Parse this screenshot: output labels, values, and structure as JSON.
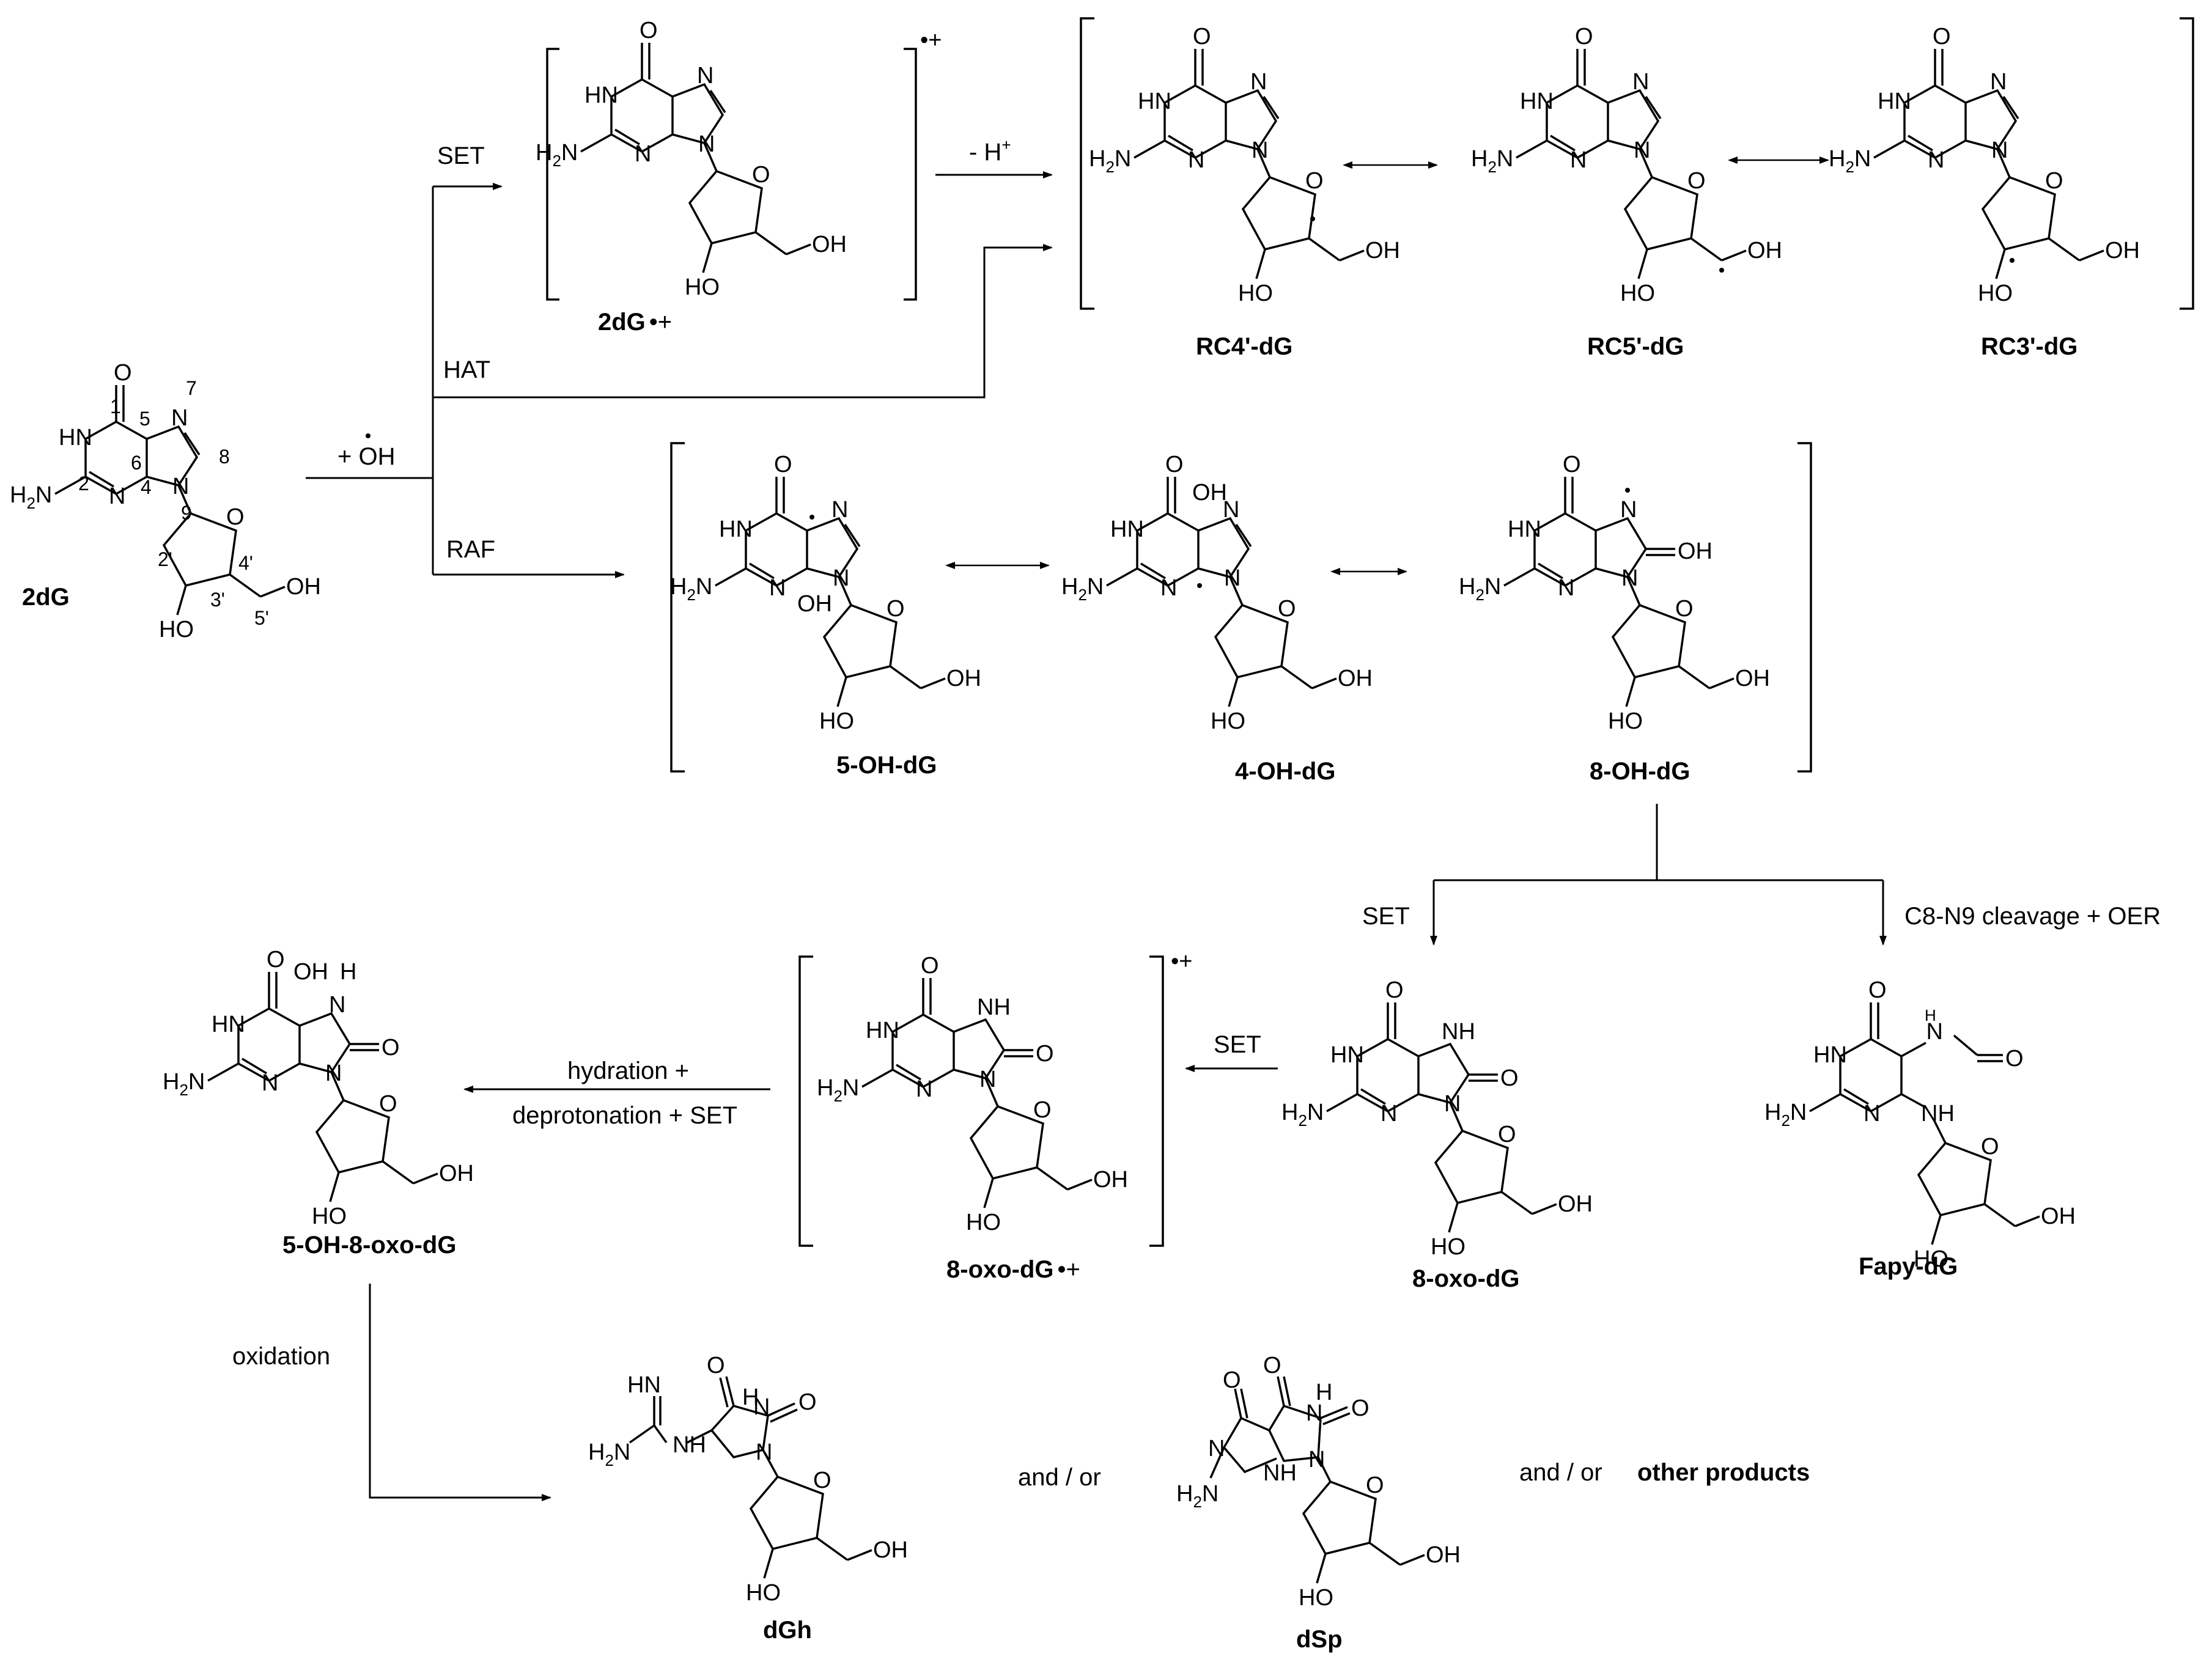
{
  "labels": {
    "dG": "2dG",
    "dG_cation": "2dG",
    "RC4": "RC4'-dG",
    "RC5": "RC5'-dG",
    "RC3": "RC3'-dG",
    "OH5": "5-OH-dG",
    "OH4": "4-OH-dG",
    "OH8": "8-OH-dG",
    "oxo8": "8-oxo-dG",
    "oxo8_cation": "8-oxo-dG",
    "fapy": "Fapy-dG",
    "oh5oxo8": "5-OH-8-oxo-dG",
    "dGh": "dGh",
    "dSp": "dSp",
    "other": "other products"
  },
  "charges": {
    "radical_cation": "•+"
  },
  "arrows": {
    "reagent": "+ OH",
    "set_top": "SET",
    "hat": "HAT",
    "raf": "RAF",
    "minus_h": "- H",
    "minus_h_sup": "+",
    "set_mid": "SET",
    "cleavage": "C8-N9 cleavage + OER",
    "set_oxo": "SET",
    "hydration_1": "hydration +",
    "hydration_2": "deprotonation + SET",
    "oxidation": "oxidation",
    "andor_1": "and / or",
    "andor_2": "and / or"
  },
  "atoms": {
    "N": "N",
    "O": "O",
    "HN": "HN",
    "NH": "NH",
    "HO": "HO",
    "OH": "OH",
    "H": "H",
    "H2": "H",
    "two": "2",
    "HN_eq": "HN"
  },
  "numbering": {
    "n1": "1",
    "n2": "2",
    "n4": "4",
    "n5": "5",
    "n6": "6",
    "n7": "7",
    "n8": "8",
    "n9": "9",
    "p2": "2'",
    "p3": "3'",
    "p4": "4'",
    "p5": "5'"
  }
}
